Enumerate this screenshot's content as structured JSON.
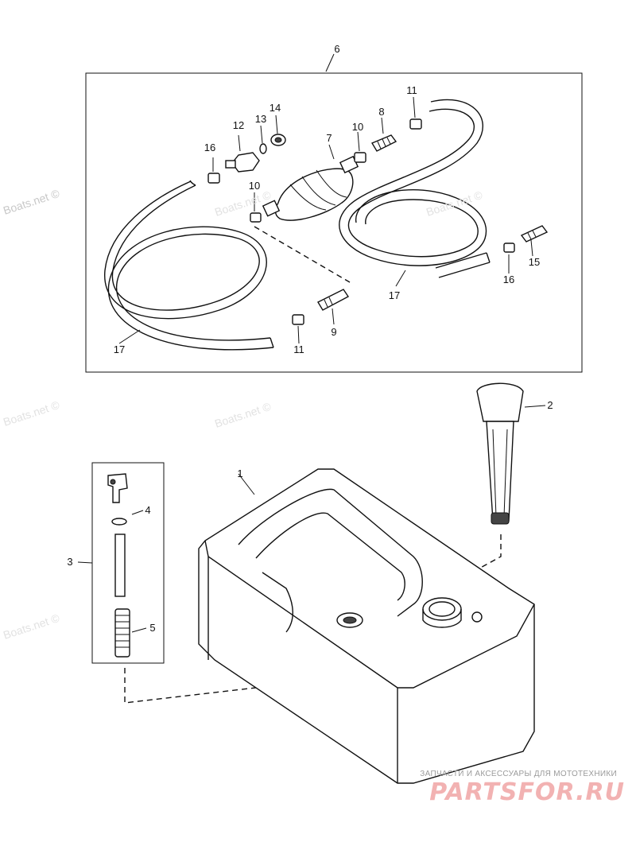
{
  "callouts": {
    "c1": "1",
    "c2": "2",
    "c3": "3",
    "c4": "4",
    "c5": "5",
    "c6": "6",
    "c7": "7",
    "c8": "8",
    "c9": "9",
    "c10a": "10",
    "c10b": "10",
    "c11a": "11",
    "c11b": "11",
    "c12": "12",
    "c13": "13",
    "c14": "14",
    "c15": "15",
    "c16a": "16",
    "c16b": "16",
    "c17a": "17",
    "c17b": "17"
  },
  "watermarks": {
    "w1": "Boats.net ©",
    "w2": "Boats.net ©",
    "w3": "Boats.net ©",
    "w4": "Boats.net ©",
    "w5": "Boats.net ©",
    "w6": "Boats.net ©"
  },
  "branding": {
    "subtitle": "ЗАПЧАСТИ И АКСЕССУАРЫ ДЛЯ МОТОТЕХНИКИ",
    "logo": "PARTSFOR.RU"
  }
}
